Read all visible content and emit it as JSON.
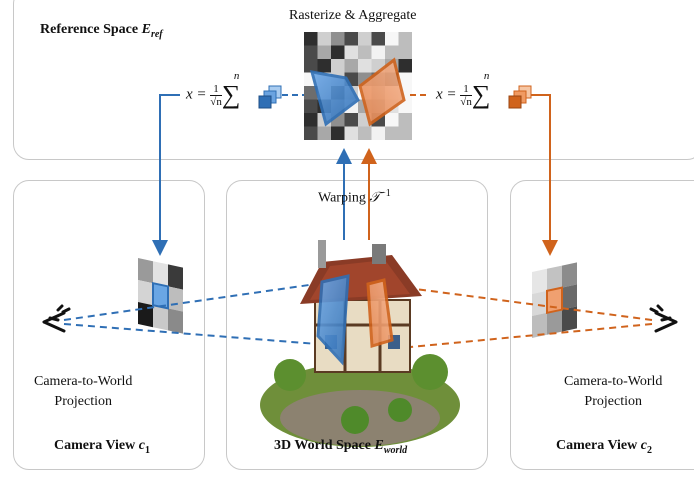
{
  "reference_panel": {
    "title": "Reference Space ",
    "title_sym": "E",
    "title_sub": "ref",
    "raster_label": "Rasterize & Aggregate"
  },
  "formula": {
    "lhs": "x = ",
    "frac_num": "1",
    "frac_den": "√n",
    "sum": "∑",
    "sum_upper": "n"
  },
  "warping": {
    "label": "Warping ",
    "symbol": "𝒯",
    "exp": "−1"
  },
  "camera_left": {
    "caption_line1": "Camera-to-World",
    "caption_line2": "Projection",
    "title": "Camera View ",
    "title_sym": "c",
    "title_sub": "1"
  },
  "camera_right": {
    "caption_line1": "Camera-to-World",
    "caption_line2": "Projection",
    "title": "Camera View ",
    "title_sym": "c",
    "title_sub": "2"
  },
  "world_panel": {
    "title": "3D World Space ",
    "title_sym": "E",
    "title_sub": "world"
  },
  "colors": {
    "blue": "#2f6fb5",
    "orange": "#d0631c",
    "panel_border": "#c8c8c8"
  }
}
